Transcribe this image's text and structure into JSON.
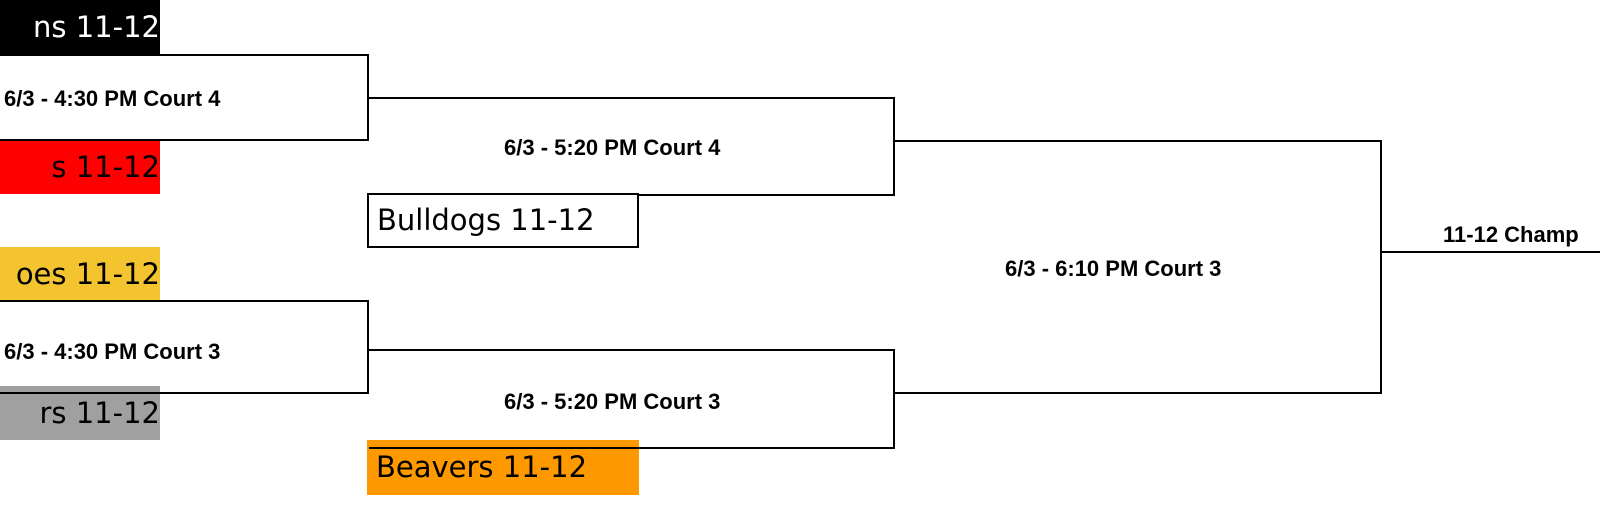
{
  "teams": {
    "r1_game1_top": {
      "label": "ns 11-12",
      "bg": "#000000",
      "fg": "#ffffff"
    },
    "r1_game1_bottom": {
      "label": "s 11-12",
      "bg": "#ff0000",
      "fg": "#000000"
    },
    "r1_game2_top": {
      "label": "oes 11-12",
      "bg": "#f4c430",
      "fg": "#000000"
    },
    "r1_game2_bottom": {
      "label": "rs 11-12",
      "bg": "#a0a0a0",
      "fg": "#000000"
    },
    "bye_upper": {
      "label": "Bulldogs 11-12",
      "bg": "#ffffff",
      "fg": "#000000"
    },
    "bye_lower": {
      "label": "Beavers 11-12",
      "bg": "#ff9900",
      "fg": "#000000"
    }
  },
  "games": {
    "r1_game1": "6/3 - 4:30 PM Court 4",
    "r1_game2": "6/3 - 4:30 PM Court 3",
    "r2_game1": "6/3 - 5:20 PM Court 4",
    "r2_game2": "6/3 - 5:20 PM Court 3",
    "semifinal": "6/3 - 6:10 PM Court 3",
    "championship": "11-12 Champ"
  }
}
